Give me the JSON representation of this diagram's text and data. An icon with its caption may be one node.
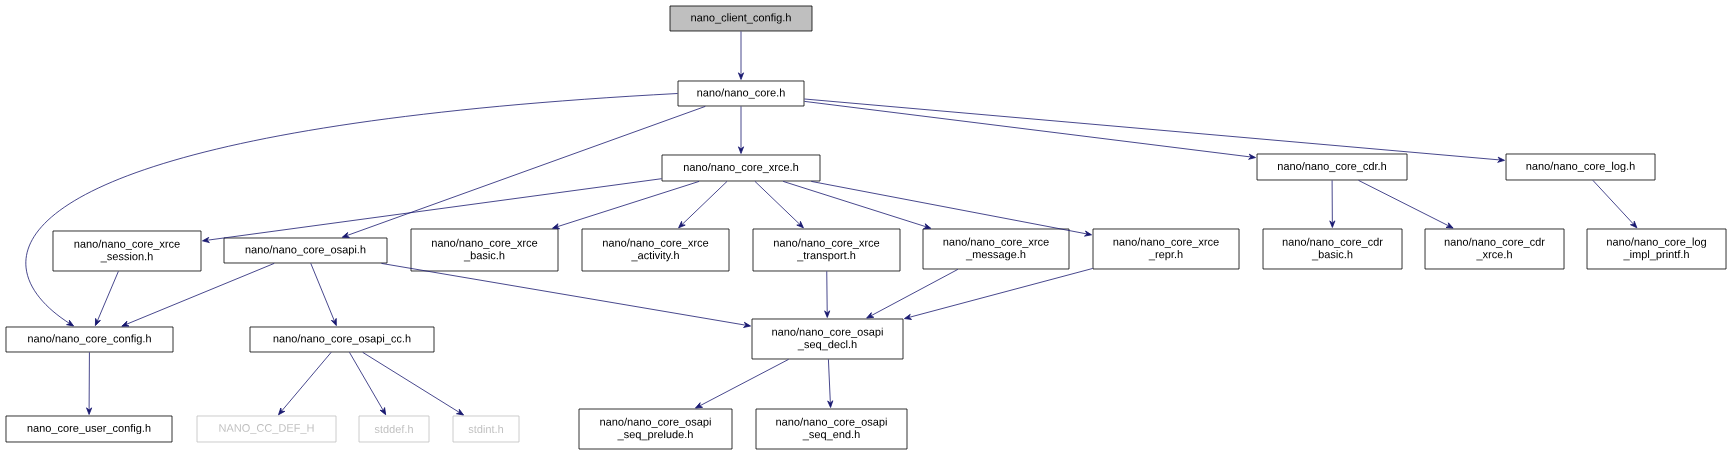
{
  "diagram": {
    "nodes": [
      {
        "text": [
          "nano_client_config.h"
        ]
      },
      {
        "text": [
          "nano/nano_core.h"
        ]
      },
      {
        "text": [
          "nano/nano_core_xrce.h"
        ]
      },
      {
        "text": [
          "nano/nano_core_cdr.h"
        ]
      },
      {
        "text": [
          "nano/nano_core_log.h"
        ]
      },
      {
        "text": [
          "nano/nano_core_xrce _session.h"
        ]
      },
      {
        "text": [
          "nano/nano_core_osapi.h"
        ]
      },
      {
        "text": [
          "nano/nano_core_xrce _basic.h"
        ]
      },
      {
        "text": [
          "nano/nano_core_xrce _activity.h"
        ]
      },
      {
        "text": [
          "nano/nano_core_xrce _transport.h"
        ]
      },
      {
        "text": [
          "nano/nano_core_xrce _message.h"
        ]
      },
      {
        "text": [
          "nano/nano_core_xrce _repr.h"
        ]
      },
      {
        "text": [
          "nano/nano_core_cdr _basic.h"
        ]
      },
      {
        "text": [
          "nano/nano_core_cdr _xrce.h"
        ]
      },
      {
        "text": [
          "nano/nano_core_log _impl_printf.h"
        ]
      },
      {
        "text": [
          "nano/nano_core_config.h"
        ]
      },
      {
        "text": [
          "nano/nano_core_osapi_cc.h"
        ]
      },
      {
        "text": [
          "nano/nano_core_osapi _seq_decl.h"
        ]
      },
      {
        "text": [
          "nano_core_user_config.h"
        ]
      },
      {
        "text": [
          "NANO_CC_DEF_H"
        ]
      },
      {
        "text": [
          "stddef.h"
        ]
      },
      {
        "text": [
          "stdint.h"
        ]
      },
      {
        "text": [
          "nano/nano_core_osapi _seq_prelude.h"
        ]
      },
      {
        "text": [
          "nano/nano_core_osapi _seq_end.h"
        ]
      }
    ],
    "edges": [
      {
        "from": 0,
        "to": 1,
        "arrow": "to"
      },
      {
        "from": 1,
        "to": 15,
        "arrow": "to"
      },
      {
        "from": 1,
        "to": 6,
        "arrow": "to"
      },
      {
        "from": 1,
        "to": 2,
        "arrow": "to"
      },
      {
        "from": 1,
        "to": 3,
        "arrow": "to"
      },
      {
        "from": 1,
        "to": 4,
        "arrow": "to"
      },
      {
        "from": 2,
        "to": 5,
        "arrow": "to"
      },
      {
        "from": 2,
        "to": 7,
        "arrow": "to"
      },
      {
        "from": 2,
        "to": 8,
        "arrow": "to"
      },
      {
        "from": 2,
        "to": 9,
        "arrow": "to"
      },
      {
        "from": 2,
        "to": 10,
        "arrow": "to"
      },
      {
        "from": 2,
        "to": 11,
        "arrow": "to"
      },
      {
        "from": 3,
        "to": 12,
        "arrow": "to"
      },
      {
        "from": 3,
        "to": 13,
        "arrow": "to"
      },
      {
        "from": 4,
        "to": 14,
        "arrow": "to"
      },
      {
        "from": 5,
        "to": 15,
        "arrow": "to"
      },
      {
        "from": 6,
        "to": 15,
        "arrow": "to"
      },
      {
        "from": 6,
        "to": 16,
        "arrow": "to"
      },
      {
        "from": 6,
        "to": 17,
        "arrow": "to"
      },
      {
        "from": 9,
        "to": 17,
        "arrow": "to"
      },
      {
        "from": 10,
        "to": 17,
        "arrow": "to"
      },
      {
        "from": 11,
        "to": 17,
        "arrow": "to"
      },
      {
        "from": 15,
        "to": 18,
        "arrow": "to"
      },
      {
        "from": 16,
        "to": 19,
        "arrow": "to"
      },
      {
        "from": 16,
        "to": 20,
        "arrow": "to"
      },
      {
        "from": 16,
        "to": 21,
        "arrow": "to"
      },
      {
        "from": 17,
        "to": 22,
        "arrow": "to"
      },
      {
        "from": 17,
        "to": 23,
        "arrow": "to"
      }
    ]
  }
}
